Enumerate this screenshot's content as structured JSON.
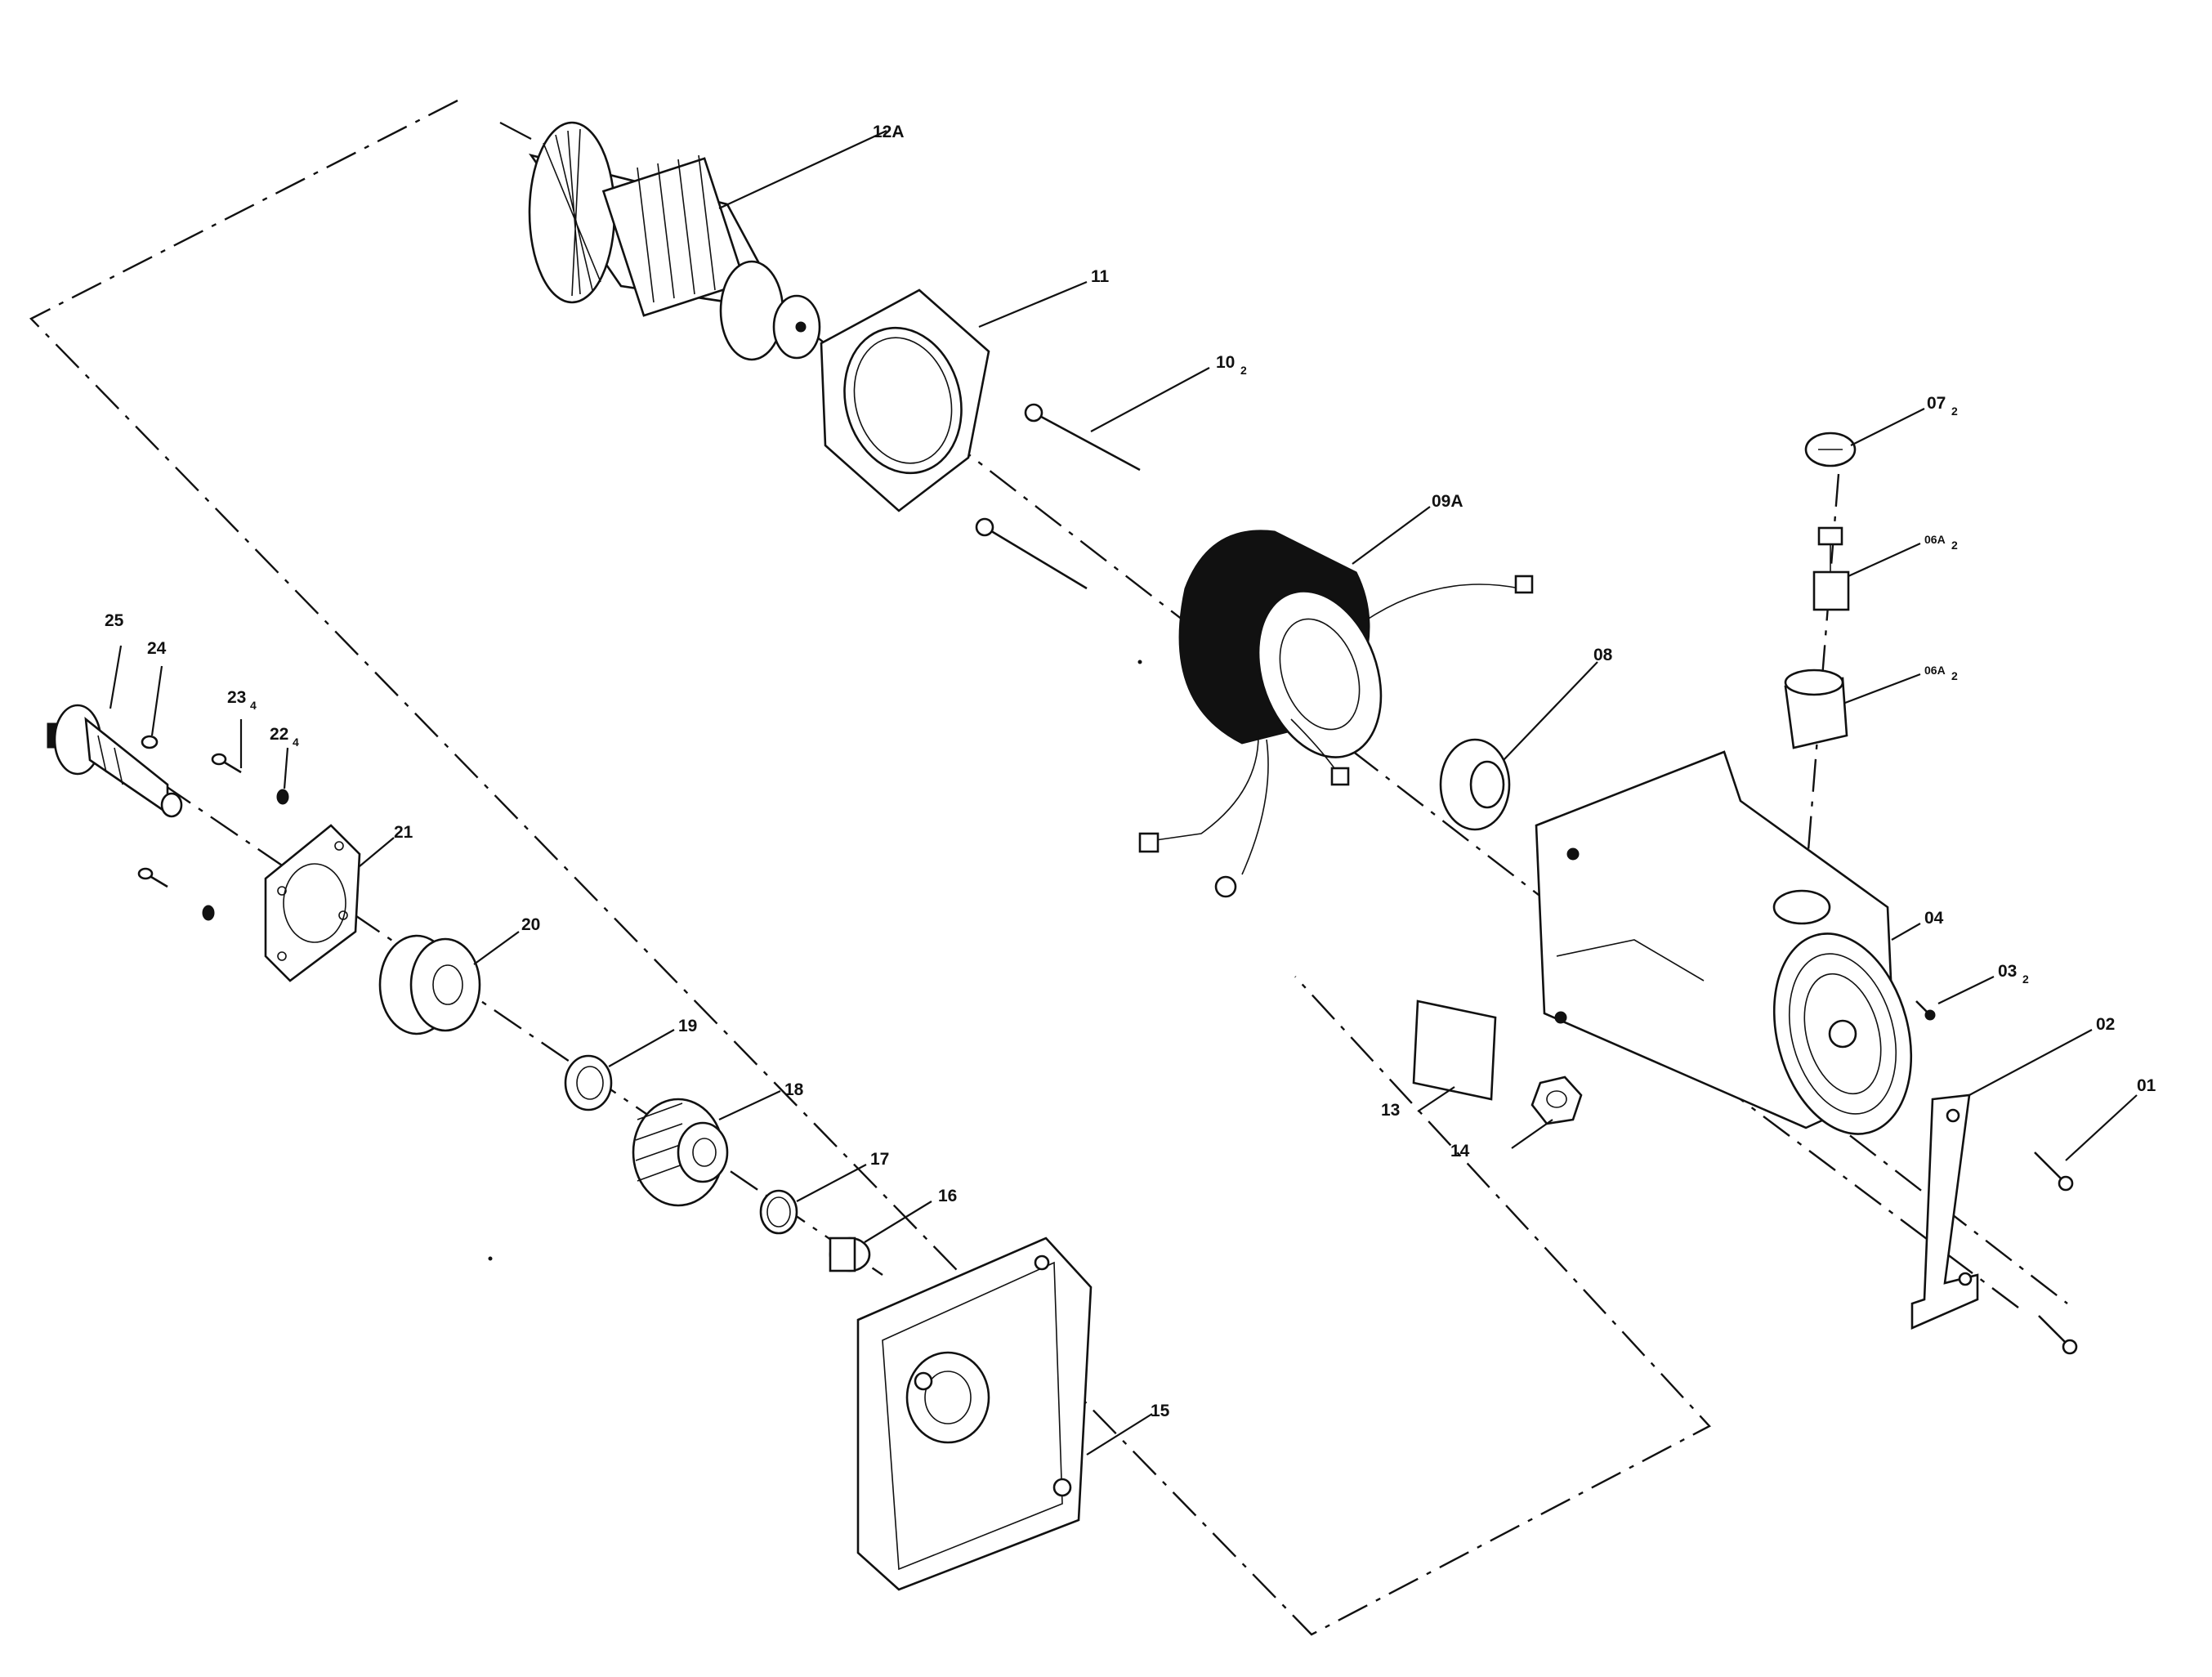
{
  "labels": {
    "p12a": "12A",
    "p11": "11",
    "p10": "10",
    "p10_sub": "2",
    "p09a": "09A",
    "p08": "08",
    "p07": "07",
    "p07_sub": "2",
    "p06a_upper": "06A",
    "p06a_upper_sub": "2",
    "p06a_lower": "06A",
    "p06a_lower_sub": "2",
    "p04": "04",
    "p03": "03",
    "p03_sub": "2",
    "p02": "02",
    "p01": "01",
    "p13": "13",
    "p14": "14",
    "p15": "15",
    "p16": "16",
    "p17": "17",
    "p18": "18",
    "p19": "19",
    "p20": "20",
    "p21": "21",
    "p22": "22",
    "p22_sub": "4",
    "p23": "23",
    "p23_sub": "4",
    "p24": "24",
    "p25": "25"
  }
}
